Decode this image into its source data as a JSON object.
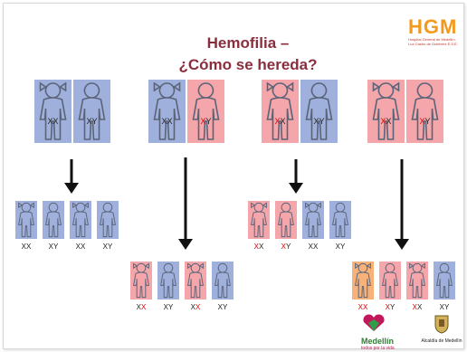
{
  "title": {
    "line1": "Hemofilia –",
    "line2": "¿Cómo se hereda?"
  },
  "logo": {
    "text": "HGM",
    "subtitle": "Hospital General de Medellín Luz Castro de Gutiérrez E.S.E."
  },
  "colors": {
    "healthy": "#9fb0dc",
    "carrier": "#f4a6aa",
    "affected_bg": "#f7b27a",
    "title": "#8a2d3c",
    "red": "#e00000"
  },
  "parents": [
    {
      "mother": {
        "chroms": [
          "X",
          "X"
        ],
        "red": []
      },
      "father": {
        "chroms": [
          "X",
          "Y"
        ],
        "red": []
      }
    },
    {
      "mother": {
        "chroms": [
          "X",
          "X"
        ],
        "red": []
      },
      "father": {
        "chroms": [
          "X",
          "Y"
        ],
        "red": [
          0
        ]
      }
    },
    {
      "mother": {
        "chroms": [
          "X",
          "X"
        ],
        "red": [
          0
        ]
      },
      "father": {
        "chroms": [
          "X",
          "Y"
        ],
        "red": []
      }
    },
    {
      "mother": {
        "chroms": [
          "X",
          "X"
        ],
        "red": [
          0
        ]
      },
      "father": {
        "chroms": [
          "X",
          "Y"
        ],
        "red": [
          0
        ]
      }
    }
  ],
  "children": [
    {
      "labels": [
        "XX",
        "XY",
        "XX",
        "XY"
      ]
    },
    {
      "labels": [
        "XX",
        "XY",
        "XX",
        "XY"
      ]
    },
    {
      "labels": [
        "XX",
        "XY",
        "XX",
        "XY"
      ]
    },
    {
      "labels": [
        "XX",
        "XY",
        "XX",
        "XY"
      ]
    }
  ],
  "footer": {
    "medellin": "Medellín",
    "medellin_tag": "todos por la vida",
    "alcaldia": "Alcaldía de Medellín"
  }
}
